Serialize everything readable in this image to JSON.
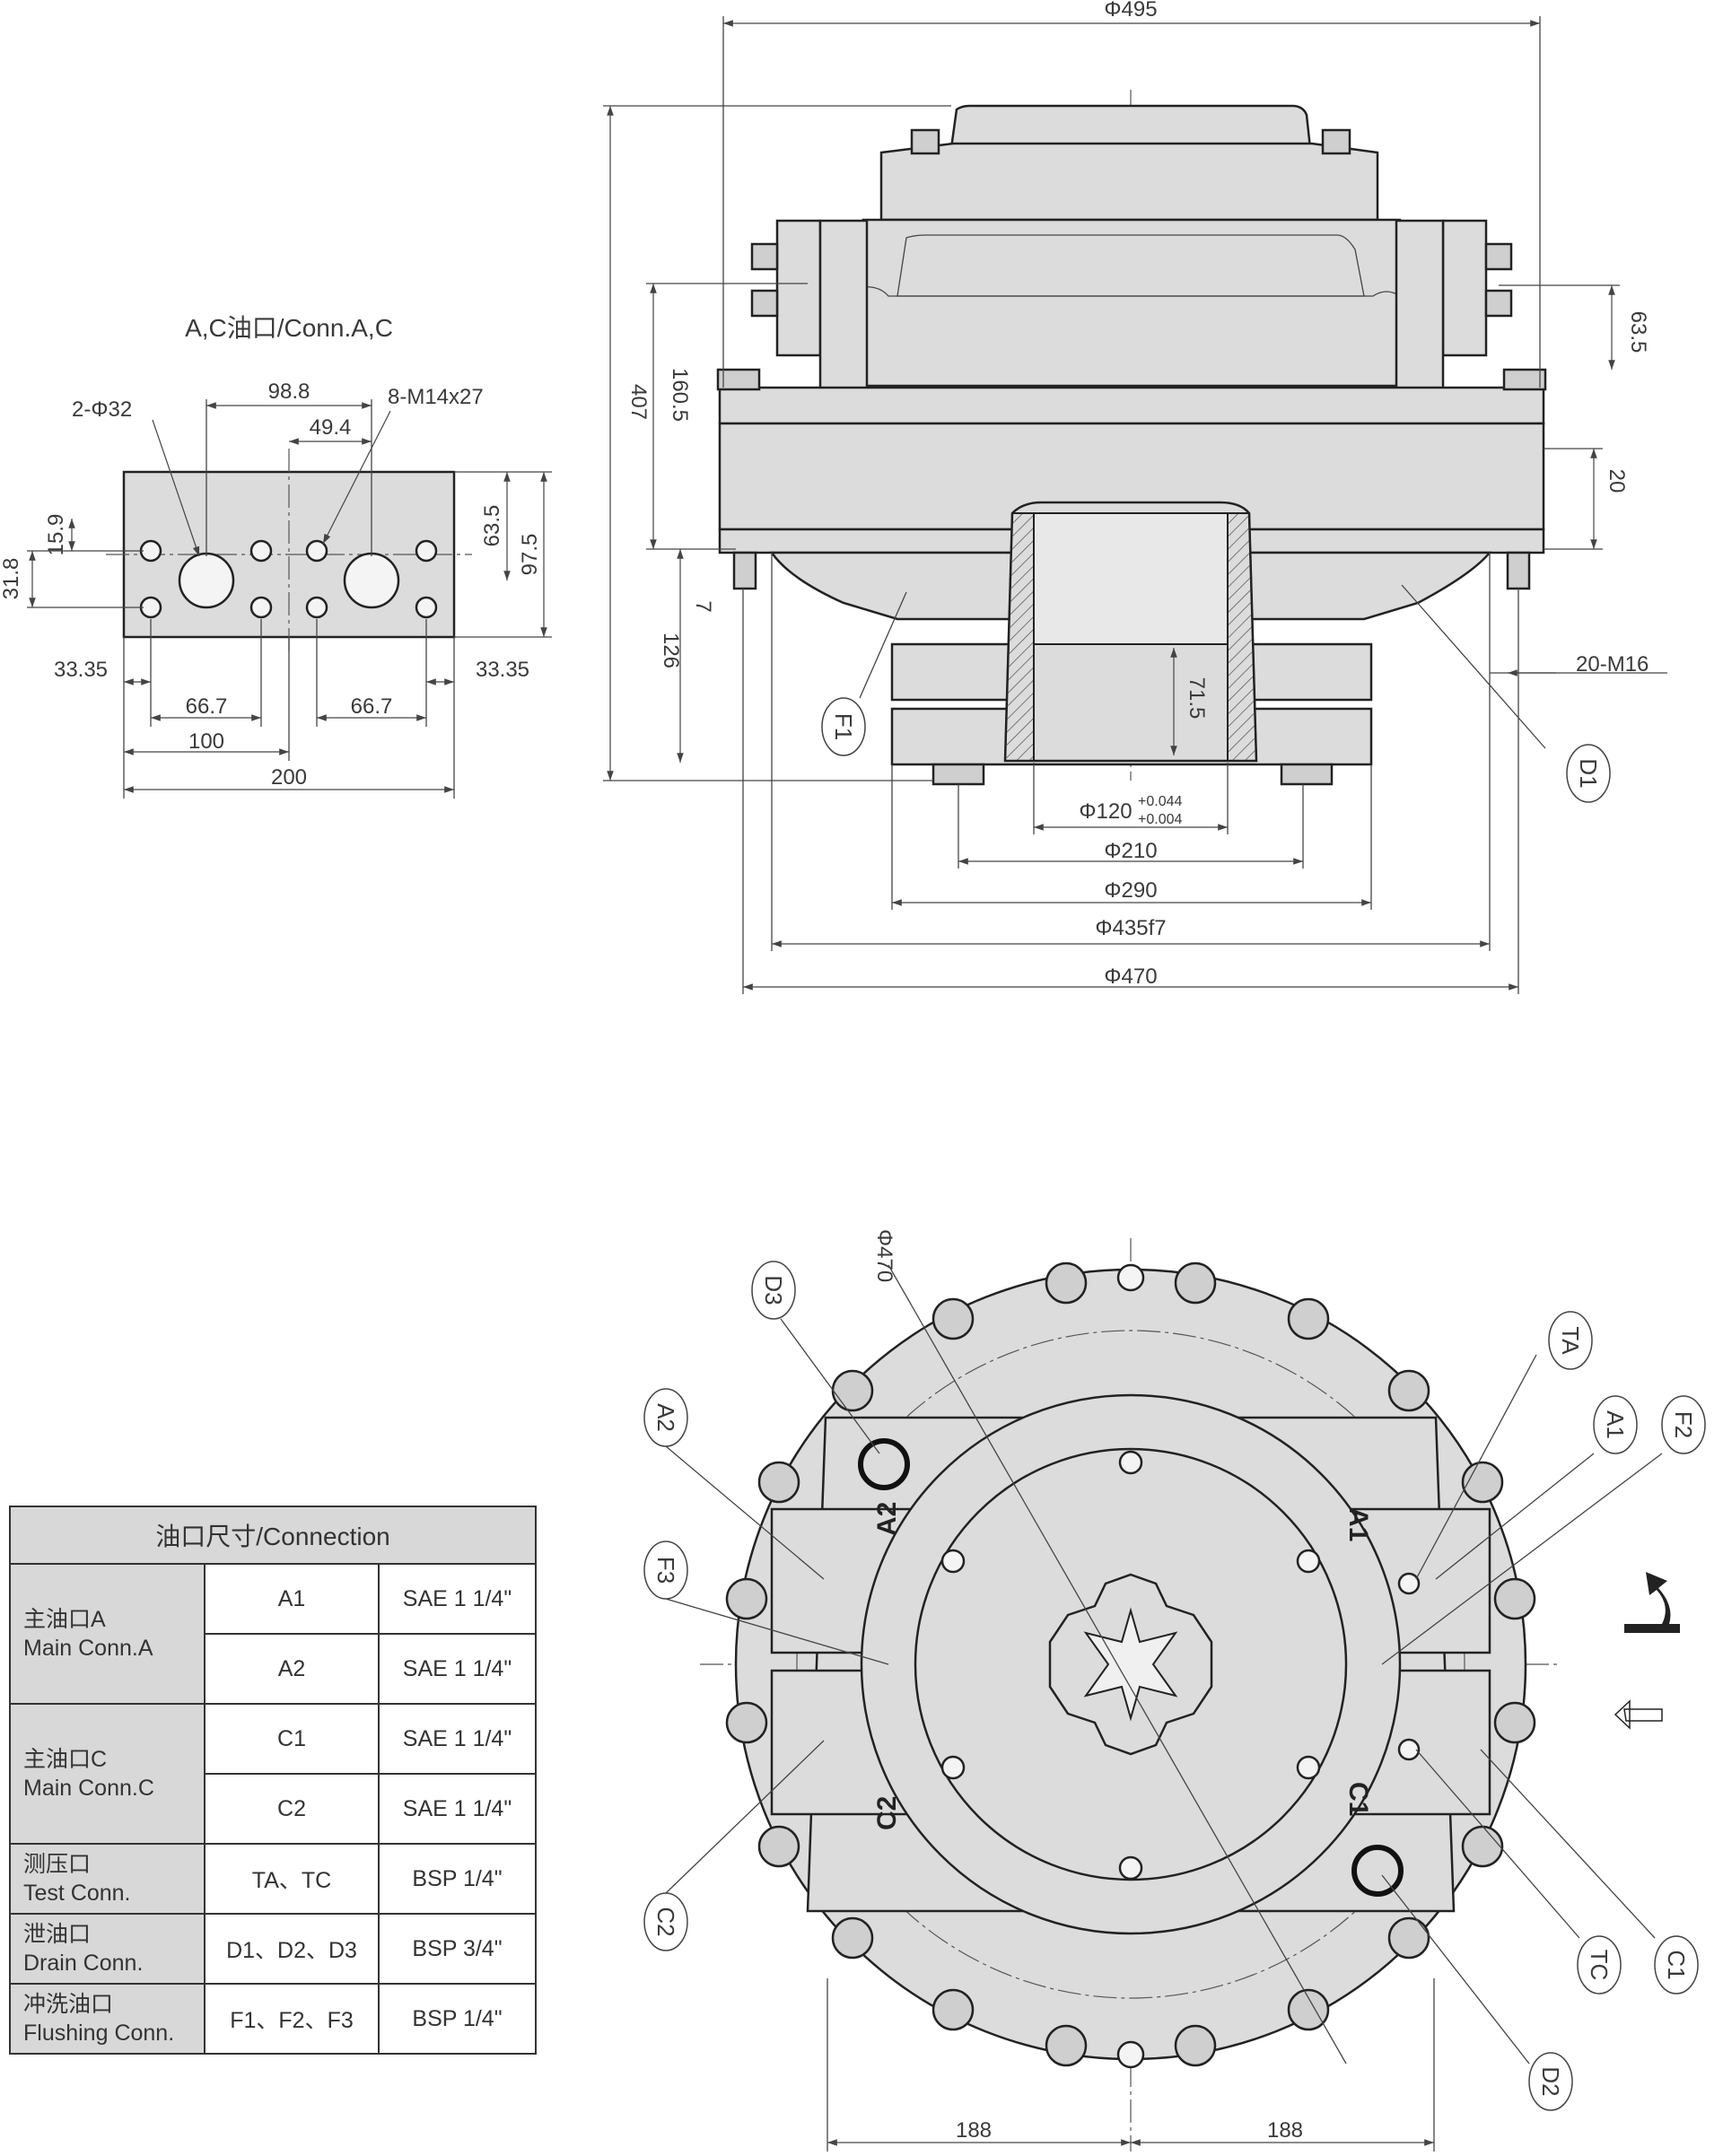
{
  "port_detail": {
    "title": "A,C油口/Conn.A,C",
    "dims": {
      "d98_8": "98.8",
      "d49_4": "49.4",
      "holes": "2-Φ32",
      "threads": "8-M14x27",
      "d15_9": "15.9",
      "d31_8": "31.8",
      "d63_5": "63.5",
      "d97_5": "97.5",
      "d33_35_l": "33.35",
      "d33_35_r": "33.35",
      "d66_7_l": "66.7",
      "d66_7_r": "66.7",
      "d100": "100",
      "d200": "200"
    }
  },
  "side_view": {
    "dims": {
      "d495": "Φ495",
      "d407": "407",
      "d160_5": "160.5",
      "d126": "126",
      "d7": "7",
      "d71_5": "71.5",
      "d63_5": "63.5",
      "d20": "20",
      "m16": "20-M16",
      "d120": "Φ120",
      "tol_upper": "+0.044",
      "tol_lower": "+0.004",
      "d210": "Φ210",
      "d290": "Φ290",
      "d435": "Φ435f7",
      "d470": "Φ470"
    },
    "callouts": {
      "f1": "F1",
      "d1": "D1"
    }
  },
  "front_view": {
    "dims": {
      "d470": "Φ470",
      "d188_l": "188",
      "d188_r": "188"
    },
    "port_marks": {
      "a1": "A1",
      "a2": "A2",
      "c1": "C1",
      "c2": "C2"
    },
    "callouts": {
      "d3": "D3",
      "a2": "A2",
      "f3": "F3",
      "c2": "C2",
      "ta": "TA",
      "a1": "A1",
      "f2": "F2",
      "tc": "TC",
      "c1": "C1",
      "d2": "D2"
    }
  },
  "connection_table": {
    "header": "油口尺寸/Connection",
    "groups": [
      {
        "name_cn": "主油口A",
        "name_en": "Main Conn.A",
        "rows": [
          {
            "port": "A1",
            "size": "SAE 1 1/4\""
          },
          {
            "port": "A2",
            "size": "SAE 1 1/4\""
          }
        ]
      },
      {
        "name_cn": "主油口C",
        "name_en": "Main Conn.C",
        "rows": [
          {
            "port": "C1",
            "size": "SAE 1 1/4\""
          },
          {
            "port": "C2",
            "size": "SAE 1 1/4\""
          }
        ]
      },
      {
        "name_cn": "测压口",
        "name_en": "Test Conn.",
        "rows": [
          {
            "port": "TA、TC",
            "size": "BSP 1/4\""
          }
        ]
      },
      {
        "name_cn": "泄油口",
        "name_en": "Drain Conn.",
        "rows": [
          {
            "port": "D1、D2、D3",
            "size": "BSP 3/4\""
          }
        ]
      },
      {
        "name_cn": "冲洗油口",
        "name_en": "Flushing Conn.",
        "rows": [
          {
            "port": "F1、F2、F3",
            "size": "BSP 1/4\""
          }
        ]
      }
    ]
  }
}
